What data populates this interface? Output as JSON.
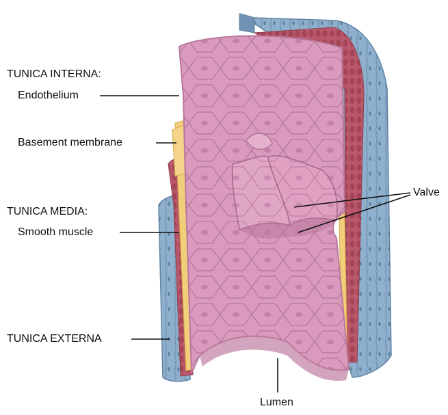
{
  "labels": {
    "tunica_interna": "TUNICA INTERNA:",
    "endothelium": "Endothelium",
    "basement_membrane": "Basement membrane",
    "tunica_media": "TUNICA MEDIA:",
    "smooth_muscle": "Smooth muscle",
    "tunica_externa": "TUNICA EXTERNA",
    "valve": "Valve",
    "lumen": "Lumen"
  },
  "colors": {
    "endothelium": "#d99abd",
    "endothelium_dark": "#b9779b",
    "cell_lines": "#a86a8c",
    "basement_membrane": "#f1cf7a",
    "smooth_muscle": "#b9586a",
    "tunica_externa": "#8fb0cc",
    "tunica_externa_dark": "#5f84a6",
    "leader_lines": "#111111"
  }
}
